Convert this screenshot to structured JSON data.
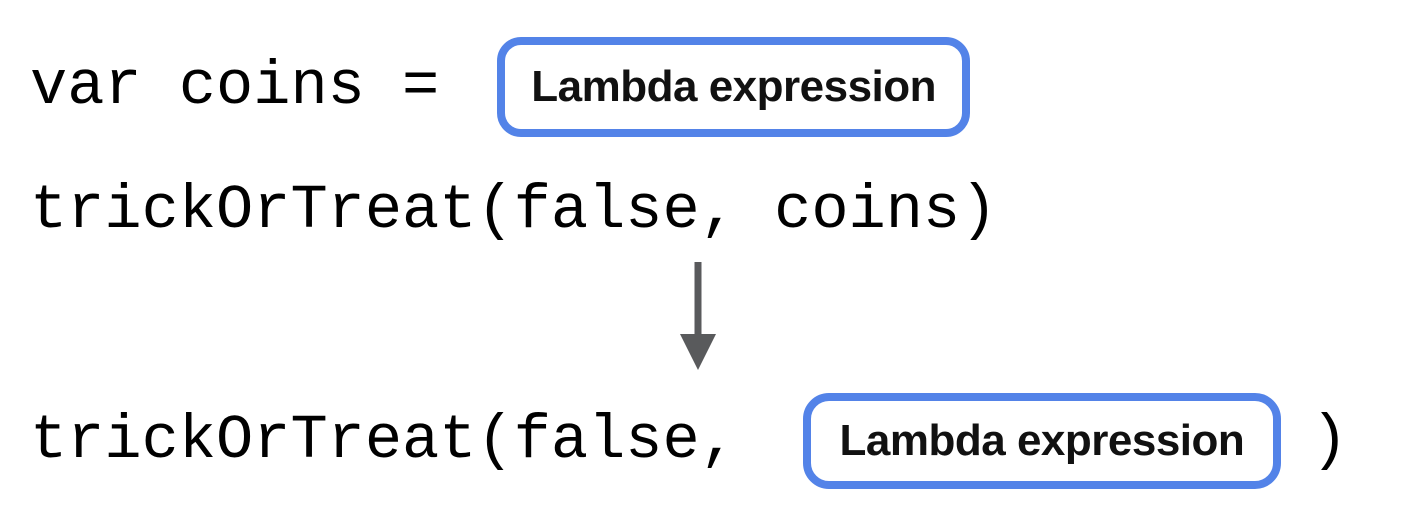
{
  "diagram": {
    "title_hint": "Lambda expression substitution diagram",
    "colors": {
      "background": "#ffffff",
      "accent_blue": "#5383E8",
      "arrow_gray": "#595a5c",
      "code_black": "#000000"
    },
    "line1": {
      "code": "var coins =",
      "box_label": "Lambda expression"
    },
    "line2": {
      "code": "trickOrTreat(false, coins)"
    },
    "arrow": {
      "icon": "down-arrow-icon",
      "direction": "down"
    },
    "line3": {
      "code_before": "trickOrTreat(false,",
      "box_label": "Lambda expression",
      "code_after": ")"
    }
  }
}
